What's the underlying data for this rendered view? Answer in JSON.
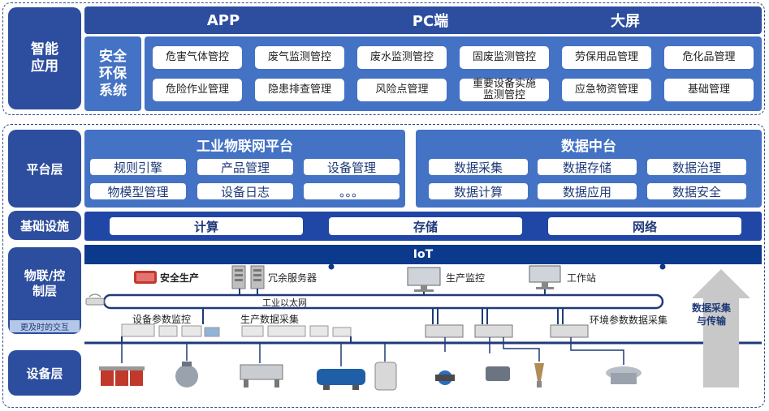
{
  "app_layer": {
    "label": "智能\n应用",
    "headers": [
      "APP",
      "PC端",
      "大屏"
    ],
    "system_label": "安全\n环保\n系统",
    "modules": [
      "危害气体管控",
      "废气监测管控",
      "废水监测管控",
      "固废监测管控",
      "劳保用品管理",
      "危化品管理",
      "危险作业管理",
      "隐患排查管理",
      "风险点管理",
      "重要设备实施\n监测管控",
      "应急物资管理",
      "基础管理"
    ]
  },
  "platform_layer": {
    "label": "平台层",
    "iot_platform": {
      "title": "工业物联网平台",
      "items": [
        "规则引擎",
        "产品管理",
        "设备管理",
        "物模型管理",
        "设备日志",
        "。。。"
      ]
    },
    "data_center": {
      "title": "数据中台",
      "items": [
        "数据采集",
        "数据存储",
        "数据治理",
        "数据计算",
        "数据应用",
        "数据安全"
      ]
    }
  },
  "infra_layer": {
    "label": "基础设施",
    "items": [
      "计算",
      "存储",
      "网络"
    ]
  },
  "control_layer": {
    "label": "物联/控\n制层",
    "sub_label": "更及时的交互",
    "iot_bar": "IoT",
    "nodes": {
      "safety": "安全生产",
      "redundant": "冗余服务器",
      "monitor": "生产监控",
      "workstation": "工作站",
      "ethernet": "工业以太网",
      "param_monitor": "设备参数监控",
      "data_collect": "生产数据采集",
      "env_collect": "环境参数数据采集"
    },
    "arrow_label": "数据采集\n与传输"
  },
  "device_layer": {
    "label": "设备层"
  },
  "colors": {
    "navy": "#2d4e9e",
    "blue": "#4472c4",
    "line": "#1f3a78",
    "dash": "#2b4a8c"
  }
}
